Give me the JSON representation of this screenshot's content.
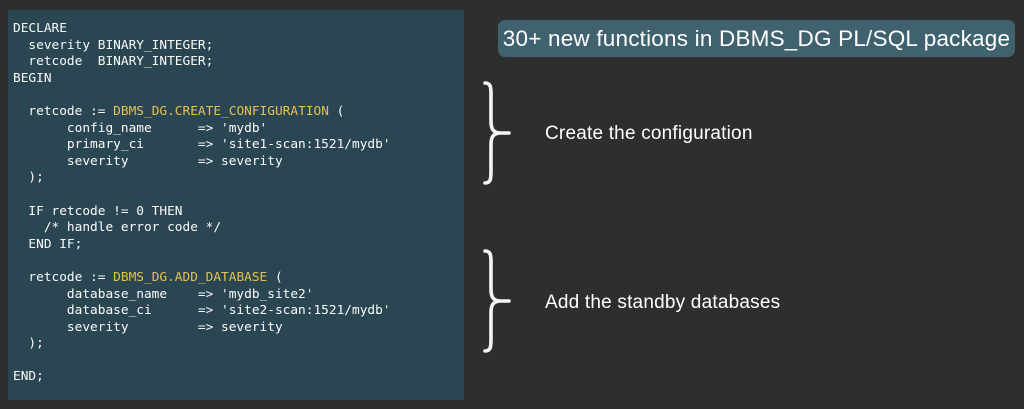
{
  "slide": {
    "banner": {
      "label": "30+ new functions in DBMS_DG PL/SQL package"
    },
    "annotations": {
      "items": [
        {
          "label": "Create the configuration"
        },
        {
          "label": "Add the standby databases"
        }
      ]
    },
    "code": {
      "language": "PL/SQL",
      "lines": [
        [
          {
            "t": "DECLARE"
          }
        ],
        [
          {
            "t": "  severity BINARY_INTEGER;"
          }
        ],
        [
          {
            "t": "  retcode  BINARY_INTEGER;"
          }
        ],
        [
          {
            "t": "BEGIN"
          }
        ],
        [],
        [
          {
            "t": "  retcode := "
          },
          {
            "t": "DBMS_DG.CREATE_CONFIGURATION",
            "c": "kw"
          },
          {
            "t": " ("
          }
        ],
        [
          {
            "t": "       config_name      => 'mydb'"
          }
        ],
        [
          {
            "t": "       primary_ci       => 'site1-scan:1521/mydb'"
          }
        ],
        [
          {
            "t": "       severity         => severity"
          }
        ],
        [
          {
            "t": "  );"
          }
        ],
        [],
        [
          {
            "t": "  IF retcode != 0 THEN"
          }
        ],
        [
          {
            "t": "    /* handle error code */"
          }
        ],
        [
          {
            "t": "  END IF;"
          }
        ],
        [],
        [
          {
            "t": "  retcode := "
          },
          {
            "t": "DBMS_DG.ADD_DATABASE",
            "c": "kw"
          },
          {
            "t": " ("
          }
        ],
        [
          {
            "t": "       database_name    => 'mydb_site2'"
          }
        ],
        [
          {
            "t": "       database_ci      => 'site2-scan:1521/mydb'"
          }
        ],
        [
          {
            "t": "       severity         => severity"
          }
        ],
        [
          {
            "t": "  );"
          }
        ],
        [],
        [
          {
            "t": "END;"
          }
        ]
      ]
    },
    "colors": {
      "background": "#2c2f2e",
      "code_background": "#2a4652",
      "banner_background": "#40626e",
      "keyword": "#e6c14d",
      "text": "#ffffff"
    }
  }
}
